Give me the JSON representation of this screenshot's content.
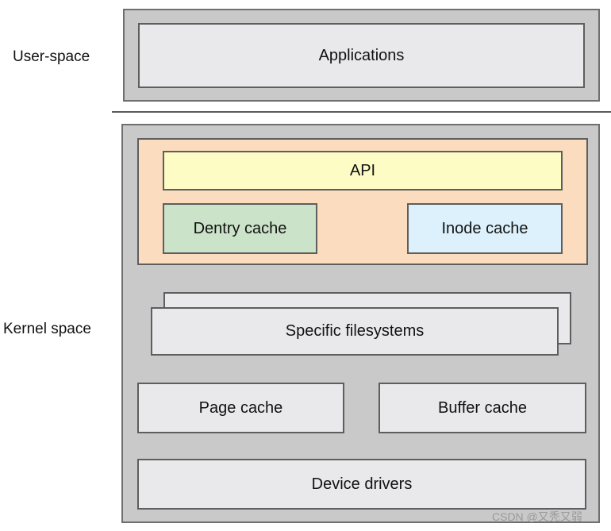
{
  "regions": {
    "user_space": "User-space",
    "kernel_space": "Kernel space"
  },
  "layers": {
    "applications": "Applications",
    "api": "API",
    "dentry_cache": "Dentry cache",
    "inode_cache": "Inode cache",
    "specific_filesystems": "Specific filesystems",
    "page_cache": "Page cache",
    "buffer_cache": "Buffer cache",
    "device_drivers": "Device drivers"
  },
  "watermark": "CSDN @又秃又弱",
  "colors": {
    "vfs_block": "#fcdcbf",
    "api": "#fdfcc4",
    "dentry_cache": "#cbe4c9",
    "inode_cache": "#dcf1fc",
    "generic_box": "#e9e9eb",
    "outer_panel": "#c9c9c9"
  }
}
